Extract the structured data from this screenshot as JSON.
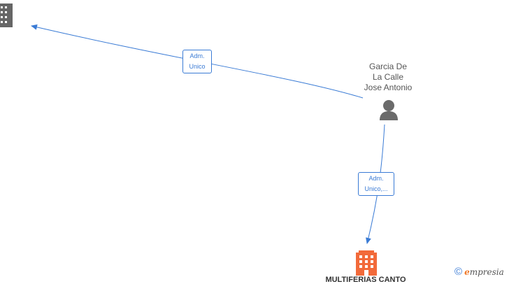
{
  "person": {
    "name_line1": "Garcia De",
    "name_line2": "La Calle",
    "name_line3": "Jose Antonio",
    "icon": "person-icon"
  },
  "companies": [
    {
      "icon": "building-icon",
      "color": "#666666",
      "label": ""
    },
    {
      "icon": "building-icon",
      "color": "#f26a3a",
      "label": "MULTIFERIAS CANTO"
    }
  ],
  "edges": [
    {
      "label_line1": "Adm.",
      "label_line2": "Unico"
    },
    {
      "label_line1": "Adm.",
      "label_line2": "Unico,..."
    }
  ],
  "brand": {
    "copyright_symbol": "©",
    "first_letter": "e",
    "rest": "mpresia"
  },
  "colors": {
    "edge": "#3a7bd5",
    "person": "#6b6b6b"
  }
}
